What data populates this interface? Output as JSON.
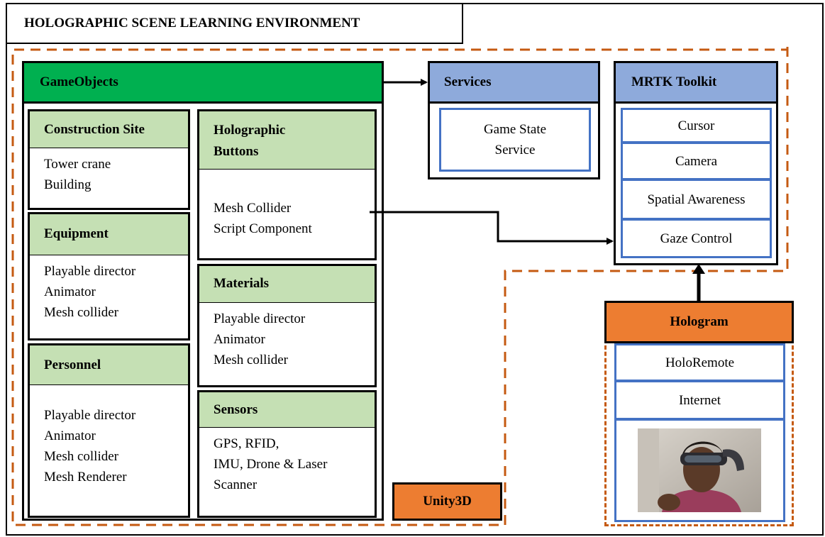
{
  "title": "HOLOGRAPHIC SCENE LEARNING ENVIRONMENT",
  "unity_label": "Unity3D",
  "gameobjects": {
    "label": "GameObjects",
    "construction_site": {
      "label": "Construction Site",
      "items": [
        "Tower crane",
        "Building"
      ]
    },
    "equipment": {
      "label": "Equipment",
      "items": [
        "Playable director",
        "Animator",
        "Mesh collider"
      ]
    },
    "personnel": {
      "label": "Personnel",
      "items": [
        "Playable director",
        "Animator",
        "Mesh collider",
        "Mesh Renderer"
      ]
    },
    "holographic_buttons": {
      "label_line1": "Holographic",
      "label_line2": "Buttons",
      "items": [
        "Mesh Collider",
        "Script Component"
      ]
    },
    "materials": {
      "label": "Materials",
      "items": [
        "Playable director",
        "Animator",
        "Mesh collider"
      ]
    },
    "sensors": {
      "label": "Sensors",
      "items": [
        "GPS, RFID,",
        "IMU, Drone & Laser",
        "Scanner"
      ]
    }
  },
  "services": {
    "label": "Services",
    "item_line1": "Game State",
    "item_line2": "Service"
  },
  "mrtk": {
    "label": "MRTK Toolkit",
    "items": [
      "Cursor",
      "Camera",
      "Spatial Awareness",
      "Gaze Control"
    ]
  },
  "hologram": {
    "label": "Hologram",
    "items": [
      "HoloRemote",
      "Internet"
    ],
    "photo": "person-wearing-hololens-headset"
  },
  "colors": {
    "gameobjects_header": "#00b050",
    "component_header": "#c5e0b4",
    "blue_header": "#8eaadb",
    "blue_border": "#4472c4",
    "orange": "#ed7d31",
    "dashed": "#c55a11"
  }
}
